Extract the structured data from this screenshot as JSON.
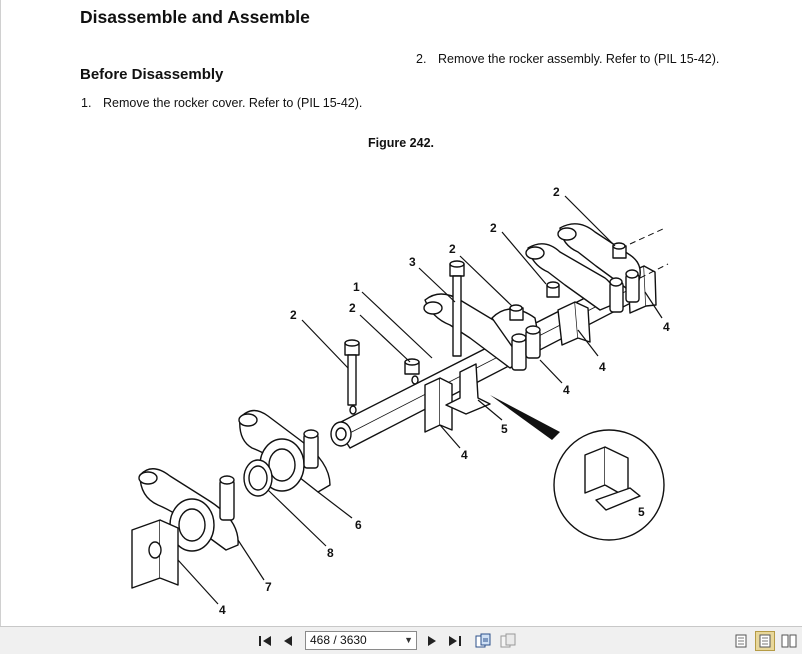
{
  "document": {
    "title": "Disassemble and Assemble",
    "subtitle": "Before Disassembly",
    "steps": [
      {
        "num": "1.",
        "text": "Remove the rocker cover. Refer to (PIL 15-42)."
      },
      {
        "num": "2.",
        "text": "Remove the rocker assembly. Refer to (PIL 15-42)."
      }
    ],
    "figure_caption": "Figure 242."
  },
  "figure": {
    "callouts": {
      "c2a": "2",
      "c2b": "2",
      "c2c": "2",
      "c2d": "2",
      "c2e": "2",
      "c3": "3",
      "c1": "1",
      "c4a": "4",
      "c4b": "4",
      "c4c": "4",
      "c4d": "4",
      "c4e": "4",
      "c5a": "5",
      "c5b": "5",
      "c6": "6",
      "c7": "7",
      "c8": "8"
    }
  },
  "toolbar": {
    "page_value": "468 / 3630",
    "icons": [
      "first-page-icon",
      "previous-page-icon",
      "next-page-icon",
      "last-page-icon",
      "extract-pages-icon",
      "insert-pages-icon",
      "single-page-view-icon",
      "continuous-view-icon",
      "facing-view-icon"
    ]
  }
}
